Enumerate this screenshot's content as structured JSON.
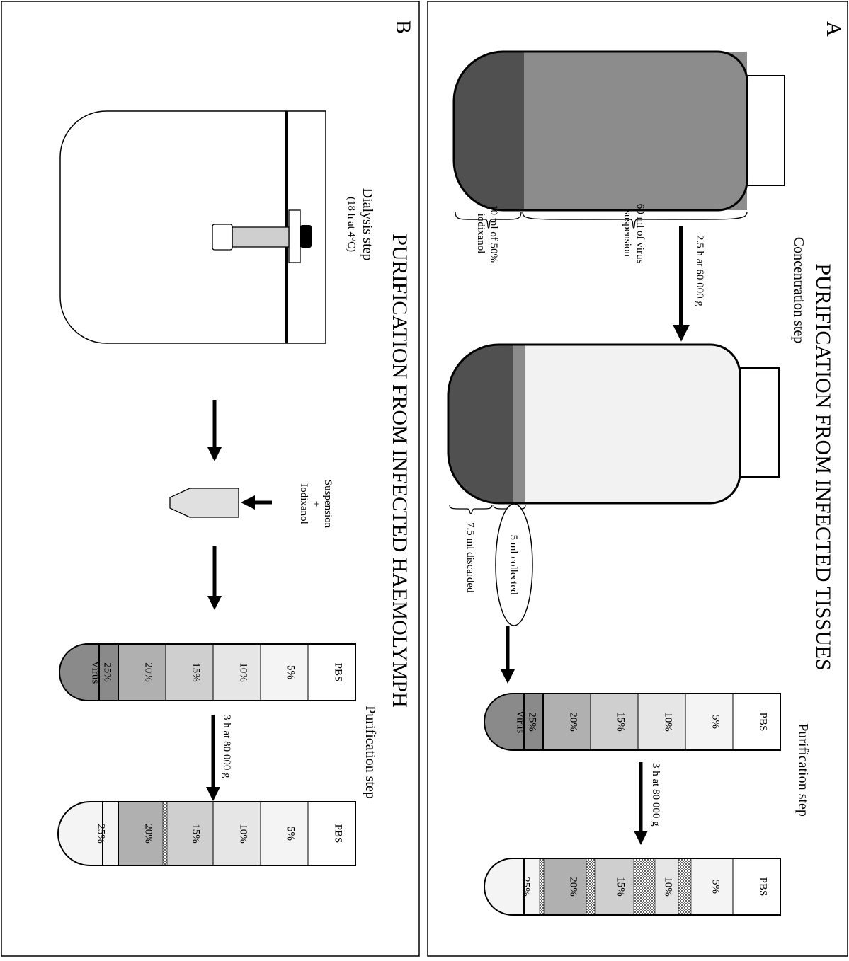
{
  "panels": {
    "A": {
      "letter": "A",
      "title": "PURIFICATION FROM INFECTED TISSUES",
      "concentration_step": "Concentration step",
      "centrifuge_1": "2.5 h at 60 000 g",
      "label_virus_1": "60 ml of virus",
      "label_virus_2": "suspension",
      "label_iodix_1": "10 ml of 50%",
      "label_iodix_2": "iodixanol",
      "collected": "5 ml collected",
      "discarded": "7.5 ml discarded",
      "purification_step": "Purification step",
      "centrifuge_2": "3 h at 80 000 g",
      "gradient_before": [
        "PBS",
        "5%",
        "10%",
        "15%",
        "20%",
        "25%",
        "Virus"
      ],
      "gradient_after": [
        "PBS",
        "5%",
        "10%",
        "15%",
        "20%",
        "25%"
      ]
    },
    "B": {
      "letter": "B",
      "title": "PURIFICATION FROM INFECTED HAEMOLYMPH",
      "dialysis_step": "Dialysis step",
      "dialysis_cond": "(18 h at 4°C)",
      "mix_1": "Suspension",
      "mix_2": "+",
      "mix_3": "Iodixanol",
      "purification_step": "Purification step",
      "centrifuge": "3 h at 80 000 g",
      "gradient_before": [
        "PBS",
        "5%",
        "10%",
        "15%",
        "20%",
        "25%",
        "Virus"
      ],
      "gradient_after": [
        "PBS",
        "5%",
        "10%",
        "15%",
        "20%",
        "25%"
      ]
    }
  },
  "colors": {
    "dark": "#505050",
    "mid": "#8c8c8c",
    "light": "#f2f2f2",
    "g5": "#f4f4f4",
    "g10": "#e6e6e6",
    "g15": "#cfcfcf",
    "g20": "#b0b0b0",
    "g25": "#8a8a8a"
  }
}
